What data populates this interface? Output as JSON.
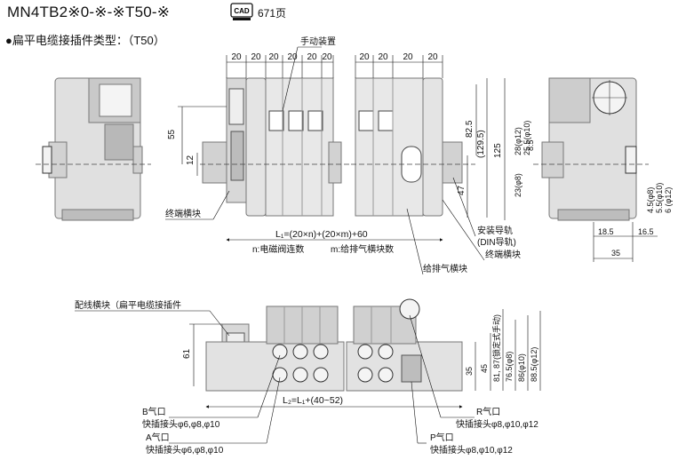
{
  "header": {
    "title": "MN4TB2※0-※-※T50-※",
    "cad_label": "CAD",
    "cad_page": "671页"
  },
  "subtitle": "●扁平电缆接插件类型：（T50）",
  "top_view": {
    "dims_top_left": [
      "20",
      "20",
      "20",
      "20",
      "20",
      "20"
    ],
    "dims_top_right": [
      "20",
      "20",
      "20",
      "20"
    ],
    "manual_device": "手动装置",
    "dim_55": "55",
    "dim_12": "12",
    "end_block": "终端横块",
    "formula_l1": "L₁=(20×n)+(20×m)+60",
    "n_label": "n:电磁阀连数",
    "m_label": "m:给排气横块数",
    "dim_82_5": "82.5",
    "dim_129_5": "(129.5)",
    "dim_125": "125",
    "dim_47": "47",
    "rail_label": "安装导轨",
    "din_label": "(DIN导轨)",
    "end_block_2": "终端横块",
    "supply_block": "给排气横块"
  },
  "side_view": {
    "dims_vertical": [
      "28(φ12)",
      "25.5(φ10)",
      "23(φ8)"
    ],
    "dim_8_5": "8.5",
    "dim_small": [
      "4.5(φ8)",
      "5.5(φ10)",
      "6 (φ12)"
    ],
    "dim_18_5": "18.5",
    "dim_16_5": "16.5",
    "dim_35": "35"
  },
  "front_view": {
    "wiring_label": "配线横块（扁平电缆接插件",
    "dim_61": "61",
    "formula_l2": "L₂=L₁+(40~52)",
    "port_b": "B气口",
    "port_b_fit": "快插接头φ6,φ8,φ10",
    "port_a": "A气口",
    "port_a_fit": "快插接头φ6,φ8,φ10",
    "port_r": "R气口",
    "port_r_fit": "快插接头φ8,φ10,φ12",
    "port_p": "P气口",
    "port_p_fit": "快插接头φ8,φ10,φ12",
    "dim_35": "35",
    "dim_45": "45",
    "dim_81": "81, 87(锁定式手动)",
    "dim_76_5": "76.5(φ8)",
    "dim_86": "86(φ10)",
    "dim_88_5": "88.5(φ12)"
  }
}
